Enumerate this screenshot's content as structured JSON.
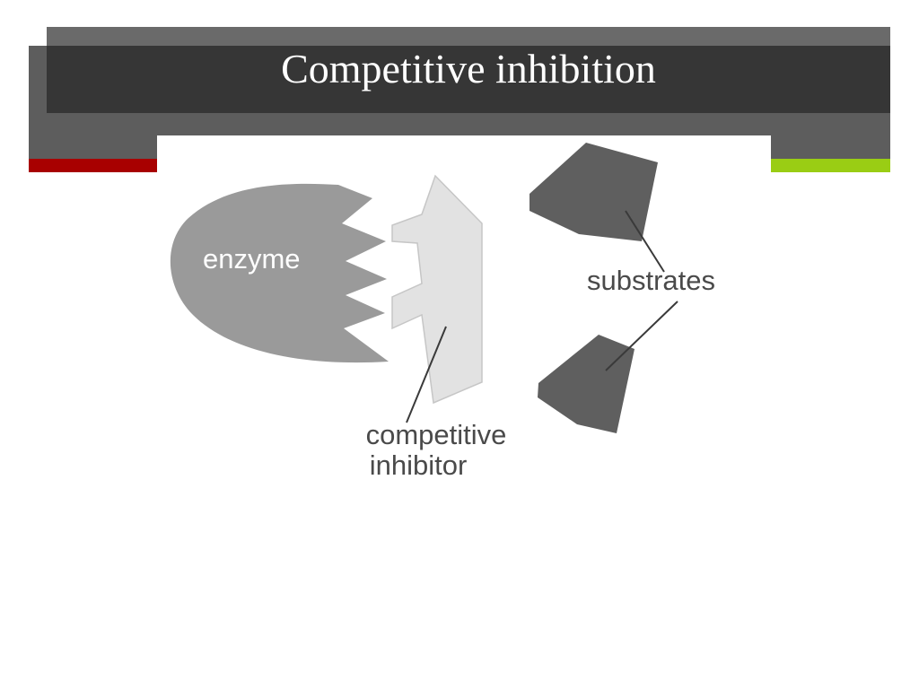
{
  "slide": {
    "title": "Competitive inhibition"
  },
  "diagram": {
    "labels": {
      "enzyme": "enzyme",
      "substrates": "substrates",
      "competitive": "competitive",
      "inhibitor": "inhibitor"
    },
    "colors": {
      "enzyme": "#9a9a9a",
      "inhibitor": "#e2e2e2",
      "substrate": "#5f5f5f",
      "line": "#3a3a3a"
    }
  },
  "theme": {
    "title_bar": "#363636",
    "band": "#5d5d5d",
    "accent_red": "#a80000",
    "accent_green": "#9acd14"
  }
}
